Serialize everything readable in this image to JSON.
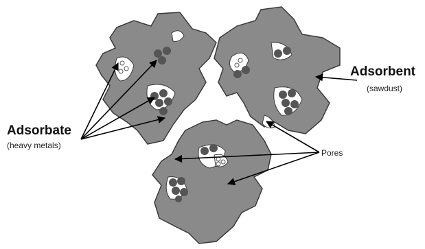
{
  "labels": {
    "adsorbent": "Adsorbent",
    "adsorbent_sub": "(sawdust)",
    "adsorbate": "Adsorbate",
    "adsorbate_sub": "(heavy metals)",
    "pores": "Pores"
  },
  "colors": {
    "particle_fill": "#8a8a8a",
    "particle_stroke": "#3a3a3a",
    "ion_fill": "#555555",
    "pore_fill": "#ffffff",
    "arrow": "#000000"
  }
}
